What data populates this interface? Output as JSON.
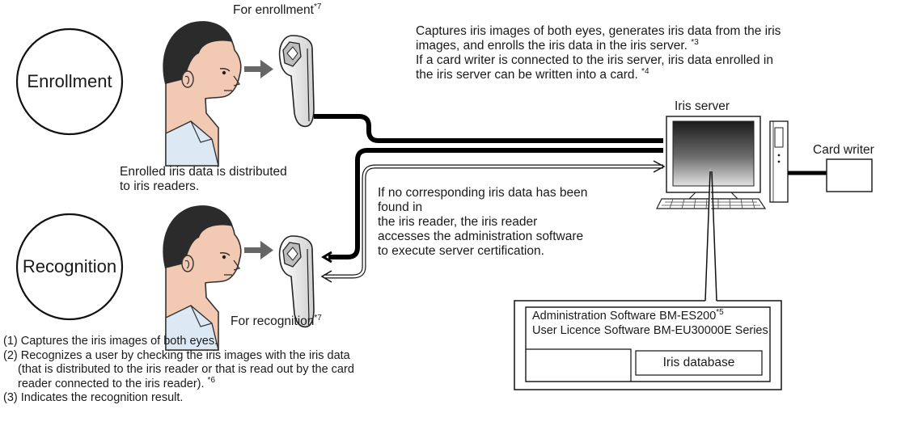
{
  "enrollment": {
    "label": "Enrollment",
    "reader_caption": "For enrollment",
    "reader_note": "*7"
  },
  "recognition": {
    "label": "Recognition",
    "reader_caption": "For recognition",
    "reader_note": "*7"
  },
  "capture_text": {
    "line1": "Captures iris images of both eyes, generates iris data from the iris",
    "line2_prefix": "images, and enrolls the iris data in the iris server. ",
    "line2_note": "*3",
    "line3": "If a card writer is connected to the iris server, iris data enrolled in",
    "line4_prefix": "the iris server can be written into a card. ",
    "line4_note": "*4"
  },
  "server": {
    "label": "Iris server",
    "card_writer_label": "Card writer"
  },
  "distribution_text": {
    "line1": "Enrolled iris data is distributed",
    "line2": "to iris readers."
  },
  "server_cert_text": {
    "line1": "If no corresponding iris data has been",
    "line2": "found in",
    "line3": "the iris reader, the iris reader",
    "line4": "accesses the administration software",
    "line5": "to execute server certification."
  },
  "software_box": {
    "line1_prefix": "Administration Software BM-ES200",
    "line1_note": "*5",
    "line2": "User Licence Software BM-EU30000E Series",
    "database_label": "Iris database"
  },
  "steps": {
    "s1": "(1) Captures the iris images of both eyes.",
    "s2a": "(2) Recognizes a user by checking the iris images with the iris data",
    "s2b": "(that is distributed to the iris reader or that is read out by the card",
    "s2c_prefix": "reader connected to the iris reader). ",
    "s2c_note": "*6",
    "s3": "(3) Indicates the recognition result."
  },
  "icons": [
    "person-icon",
    "iris-reader-icon",
    "computer-icon",
    "card-writer-icon",
    "arrow-icon"
  ]
}
